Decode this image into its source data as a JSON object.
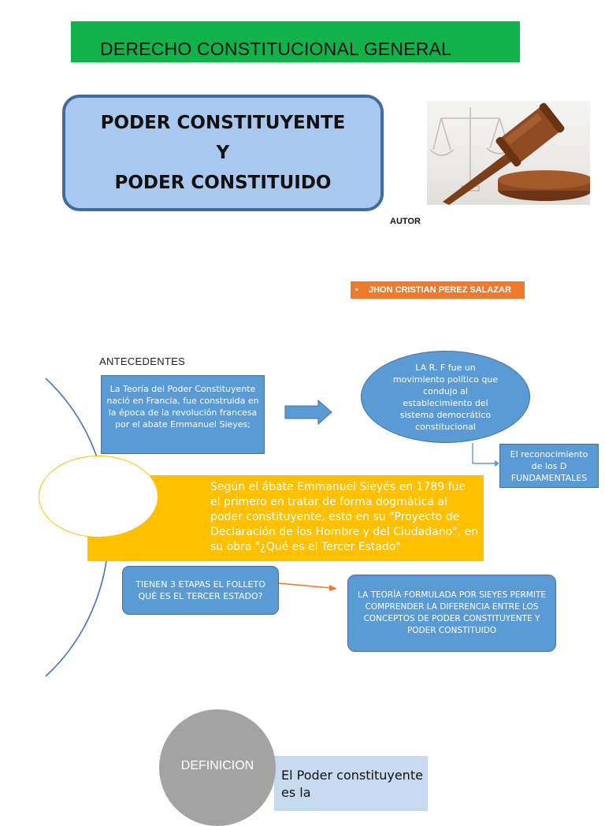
{
  "header": {
    "banner_title": "DERECHO CONSTITUCIONAL GENERAL"
  },
  "title_box": {
    "lines": [
      "PODER CONSTITUYENTE",
      "Y",
      "PODER CONSTITUIDO"
    ]
  },
  "image": {
    "icon": "gavel-and-scales-icon"
  },
  "author": {
    "label": "AUTOR",
    "bullet": "•",
    "name": "JHON  CRISTIAN PEREZ SALAZAR"
  },
  "diagram": {
    "antecedentes_label": "ANTECEDENTES",
    "teoria_box": "La Teoría del Poder Constituyente nació en Francia, fue construida en la época de la revolución francesa por el abate Emmanuel Sieyes;",
    "rf_ellipse": "LA R. F fue un movimiento político que condujo al establecimiento del sistema democrático constitucional",
    "reconocimiento_box": "El reconocimiento de los D FUNDAMENTALES",
    "sieyes_text": "Según el ábate Emmanuel Sieyés en 1789 fue el primero en tratar de forma dogmática al poder constituyente, esto en su \"Proyecto de Declaración de los Hombre y del Ciudadano\", en su obra \"¿Qué es el Tercer Estado\"",
    "etapas_box": "TIENEN 3 ETAPAS EL FOLLETO QUÈ ES EL TERCER ESTADO?",
    "teoria_sieyes_box": "LA TEORÌA FORMULADA POR SIEYES PERMITE COMPRENDER LA DIFERENCIA ENTRE LOS CONCEPTOS DE PODER CONSTITUYENTE Y PODER CONSTITUIDO"
  },
  "definicion": {
    "circle_label": "DEFINICION",
    "panel_text": "El Poder constituyente es la"
  },
  "colors": {
    "banner": "#12b24a",
    "title_fill": "#a9c8f0",
    "title_border": "#3f6c9e",
    "box_blue": "#5b9bd5",
    "author_orange": "#ee7a2d",
    "sieyes_yellow": "#ffc000",
    "definicion_grey": "#a3a3a3",
    "definicion_panel": "#c6dbef"
  }
}
